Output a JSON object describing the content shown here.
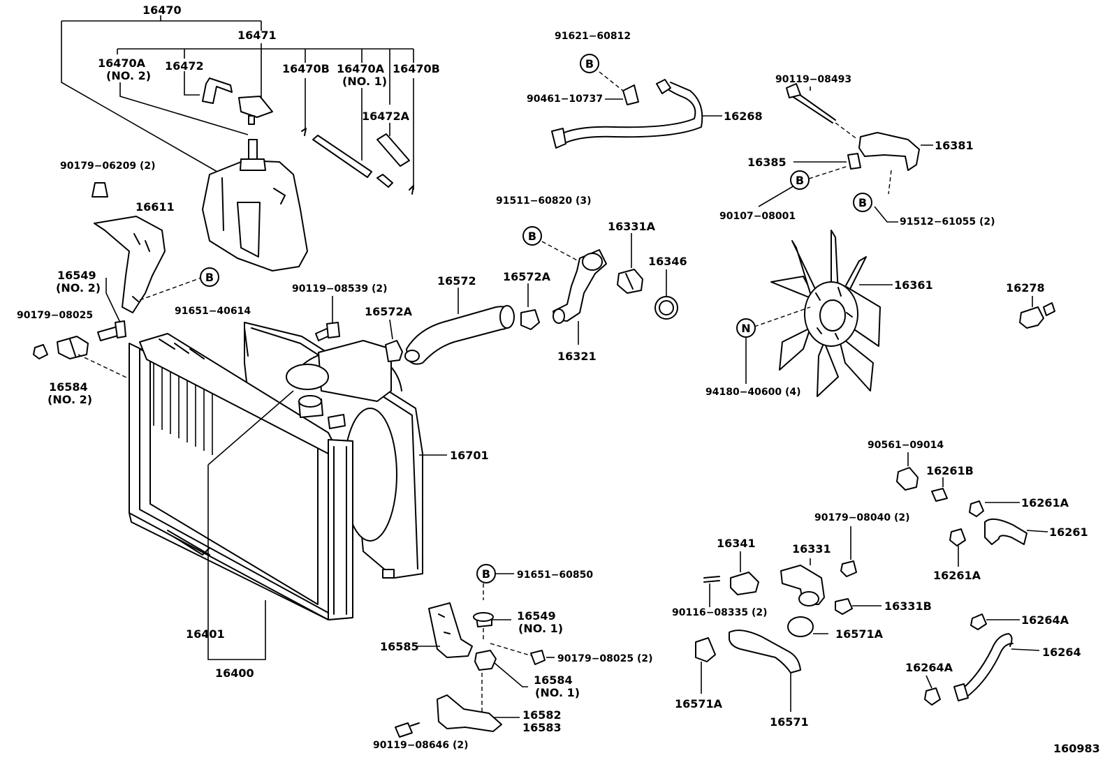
{
  "callouts": {
    "c16470": "16470",
    "c16471": "16471",
    "c16470A_no2": "16470A",
    "c16470A_no2_sub": "(NO. 2)",
    "c16472": "16472",
    "c16470B_a": "16470B",
    "c16470A_no1": "16470A",
    "c16470A_no1_sub": "(NO. 1)",
    "c16470B_b": "16470B",
    "c16472A": "16472A",
    "c90179_06209": "90179−06209 (2)",
    "c16611": "16611",
    "c16549_no2": "16549",
    "c16549_no2_sub": "(NO. 2)",
    "c91651_40614": "91651−40614",
    "c90179_08025_a": "90179−08025",
    "c16584_no2": "16584",
    "c16584_no2_sub": "(NO. 2)",
    "c90119_08539": "90119−08539 (2)",
    "c16572": "16572",
    "c16572A_a": "16572A",
    "c16572A_b": "16572A",
    "c91511_60820": "91511−60820 (3)",
    "c16331A": "16331A",
    "c16346": "16346",
    "c16321": "16321",
    "c91621_60812": "91621−60812",
    "c90461_10737": "90461−10737",
    "c16268": "16268",
    "c90119_08493": "90119−08493",
    "c16381": "16381",
    "c16385": "16385",
    "c90107_08001": "90107−08001",
    "c91512_61055": "91512−61055 (2)",
    "c16361": "16361",
    "c16278": "16278",
    "c94180_40600": "94180−40600 (4)",
    "c16701": "16701",
    "c16401": "16401",
    "c16400": "16400",
    "c91651_60850": "91651−60850",
    "c16549_no1": "16549",
    "c16549_no1_sub": "(NO. 1)",
    "c16585": "16585",
    "c90179_08025_b": "90179−08025 (2)",
    "c16584_no1": "16584",
    "c16584_no1_sub": "(NO. 1)",
    "c16582": "16582",
    "c16583": "16583",
    "c90119_08646": "90119−08646 (2)",
    "c90561_09014": "90561−09014",
    "c16261B": "16261B",
    "c16261A_a": "16261A",
    "c16261": "16261",
    "c16261A_b": "16261A",
    "c90179_08040": "90179−08040 (2)",
    "c16341": "16341",
    "c16331": "16331",
    "c16331B": "16331B",
    "c90116_08335": "90116−08335 (2)",
    "c16571A_a": "16571A",
    "c16571A_b": "16571A",
    "c16571": "16571",
    "c16264A_a": "16264A",
    "c16264": "16264",
    "c16264A_b": "16264A"
  },
  "markers": {
    "b": "B",
    "n": "N"
  },
  "diagram_id": "160983"
}
